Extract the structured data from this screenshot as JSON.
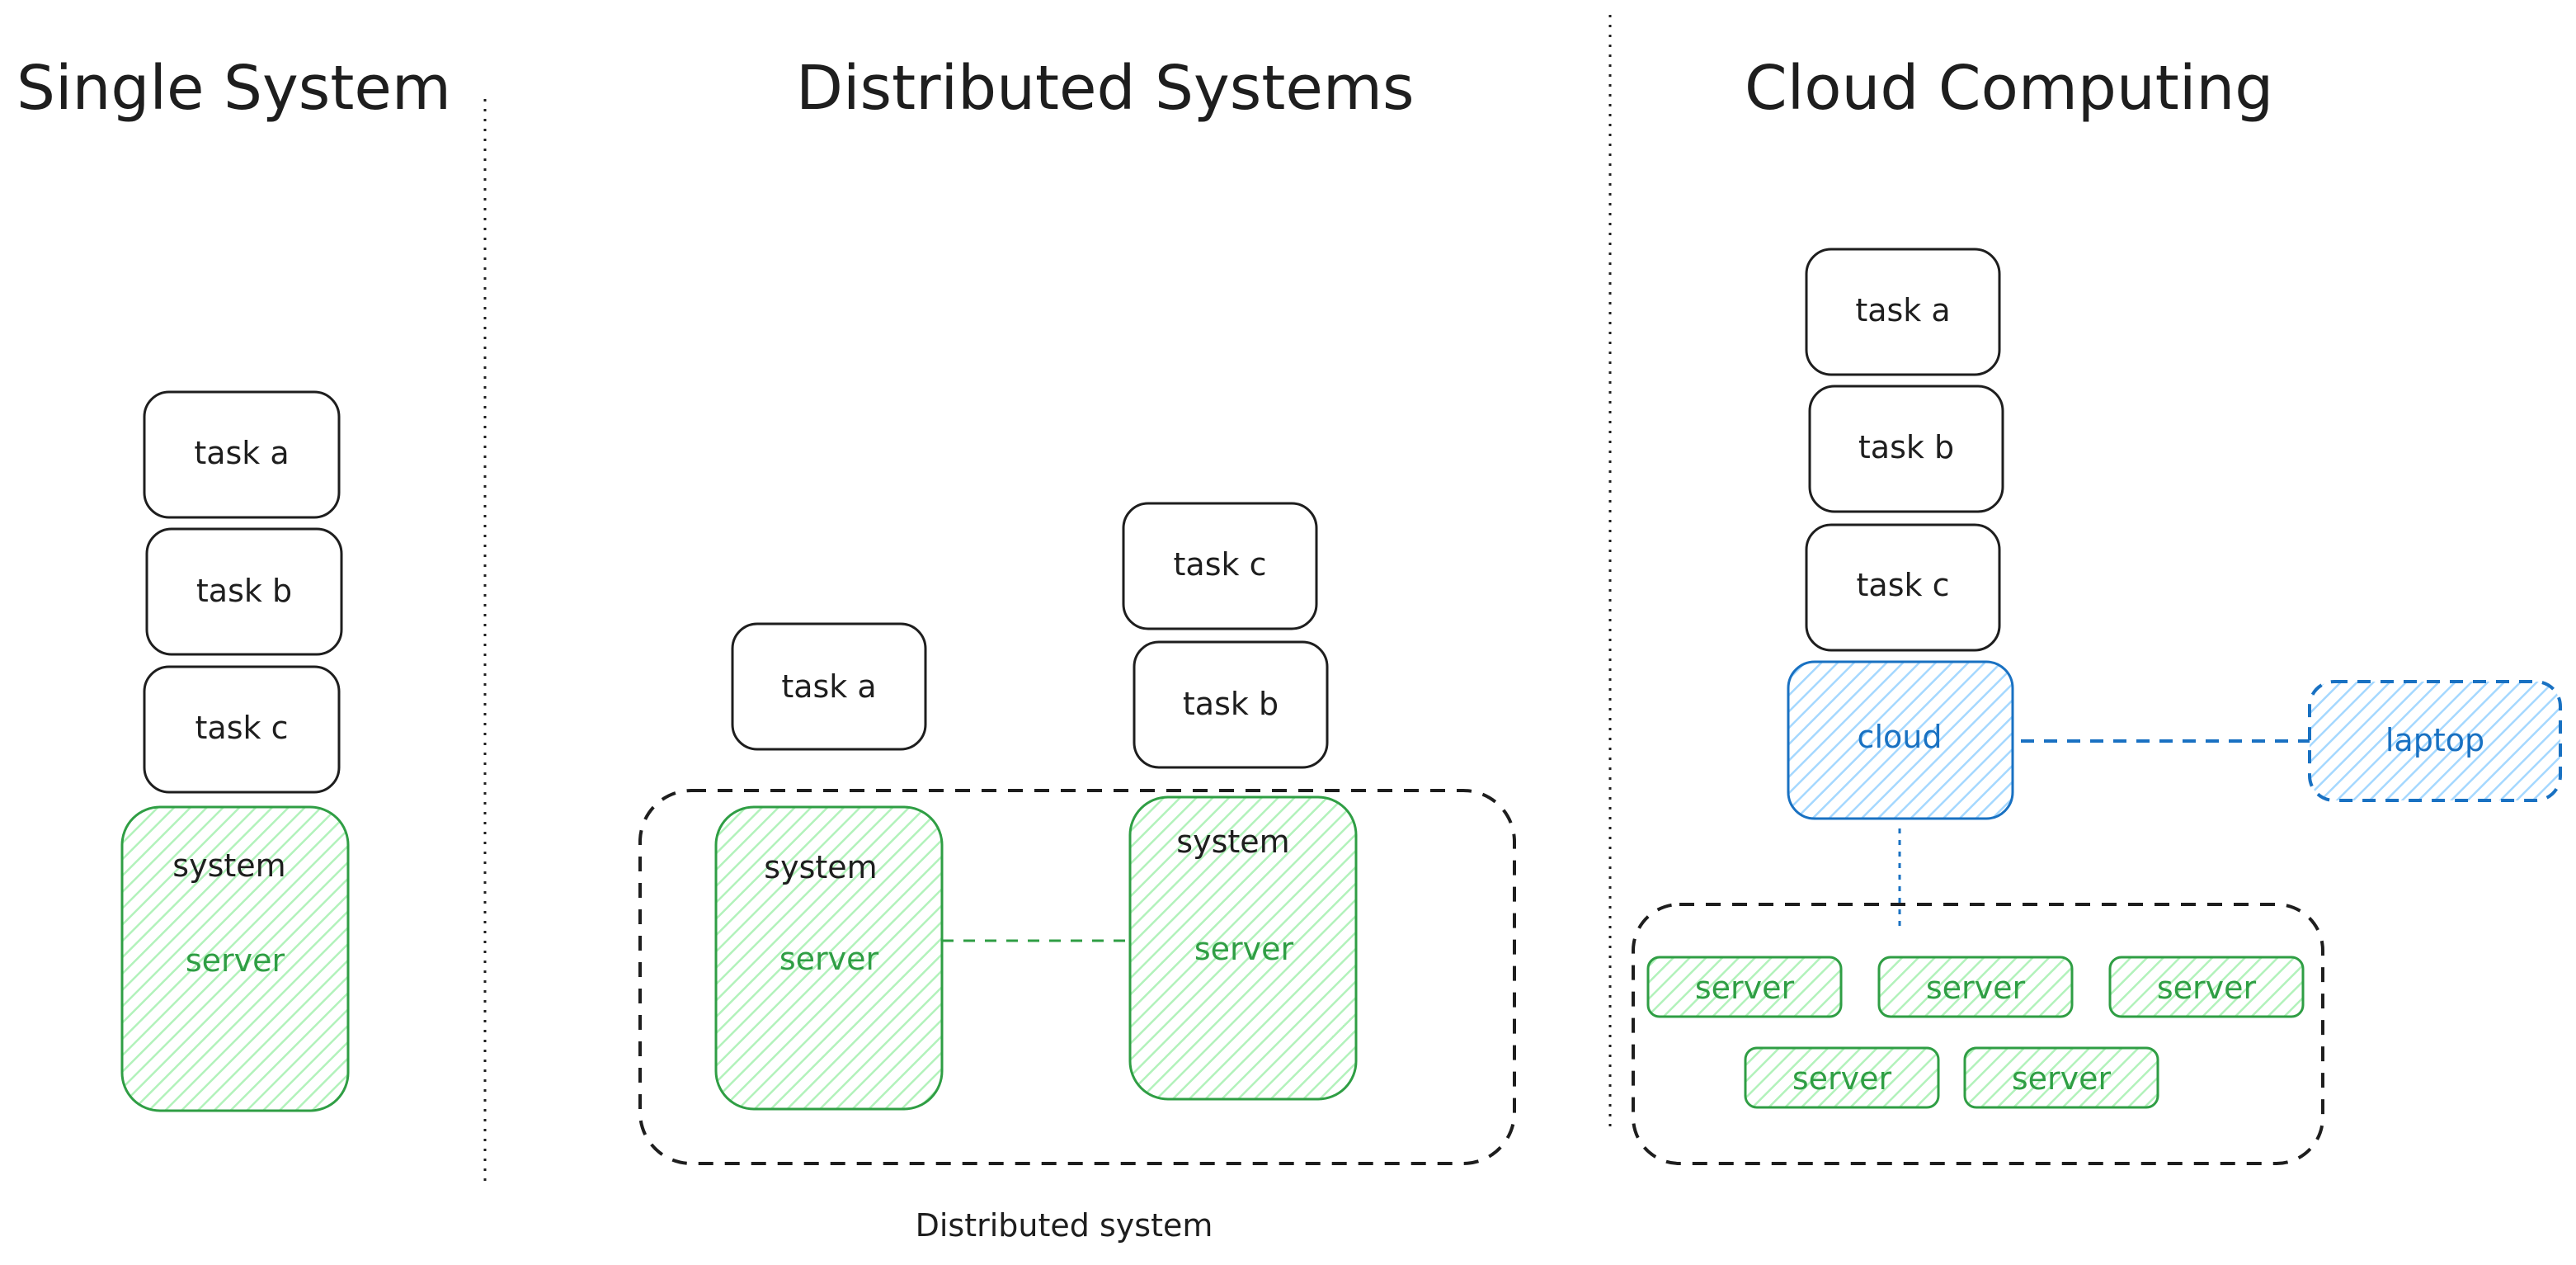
{
  "colors": {
    "ink": "#1e1e1e",
    "green": "#2f9e44",
    "green_fill": "#b2f2bb",
    "blue": "#1971c2",
    "blue_fill": "#a5d8ff"
  },
  "single": {
    "title": "Single System",
    "tasks": [
      "task a",
      "task b",
      "task c"
    ],
    "system_label": "system",
    "server_label": "server"
  },
  "distributed": {
    "title": "Distributed Systems",
    "task_a": "task a",
    "task_c": "task c",
    "task_b": "task b",
    "node1_system": "system",
    "node1_server": "server",
    "node2_system": "system",
    "node2_server": "server",
    "caption": "Distributed system"
  },
  "cloud": {
    "title": "Cloud Computing",
    "tasks": [
      "task a",
      "task b",
      "task c"
    ],
    "cloud_label": "cloud",
    "laptop_label": "laptop",
    "servers": [
      "server",
      "server",
      "server",
      "server",
      "server"
    ]
  }
}
